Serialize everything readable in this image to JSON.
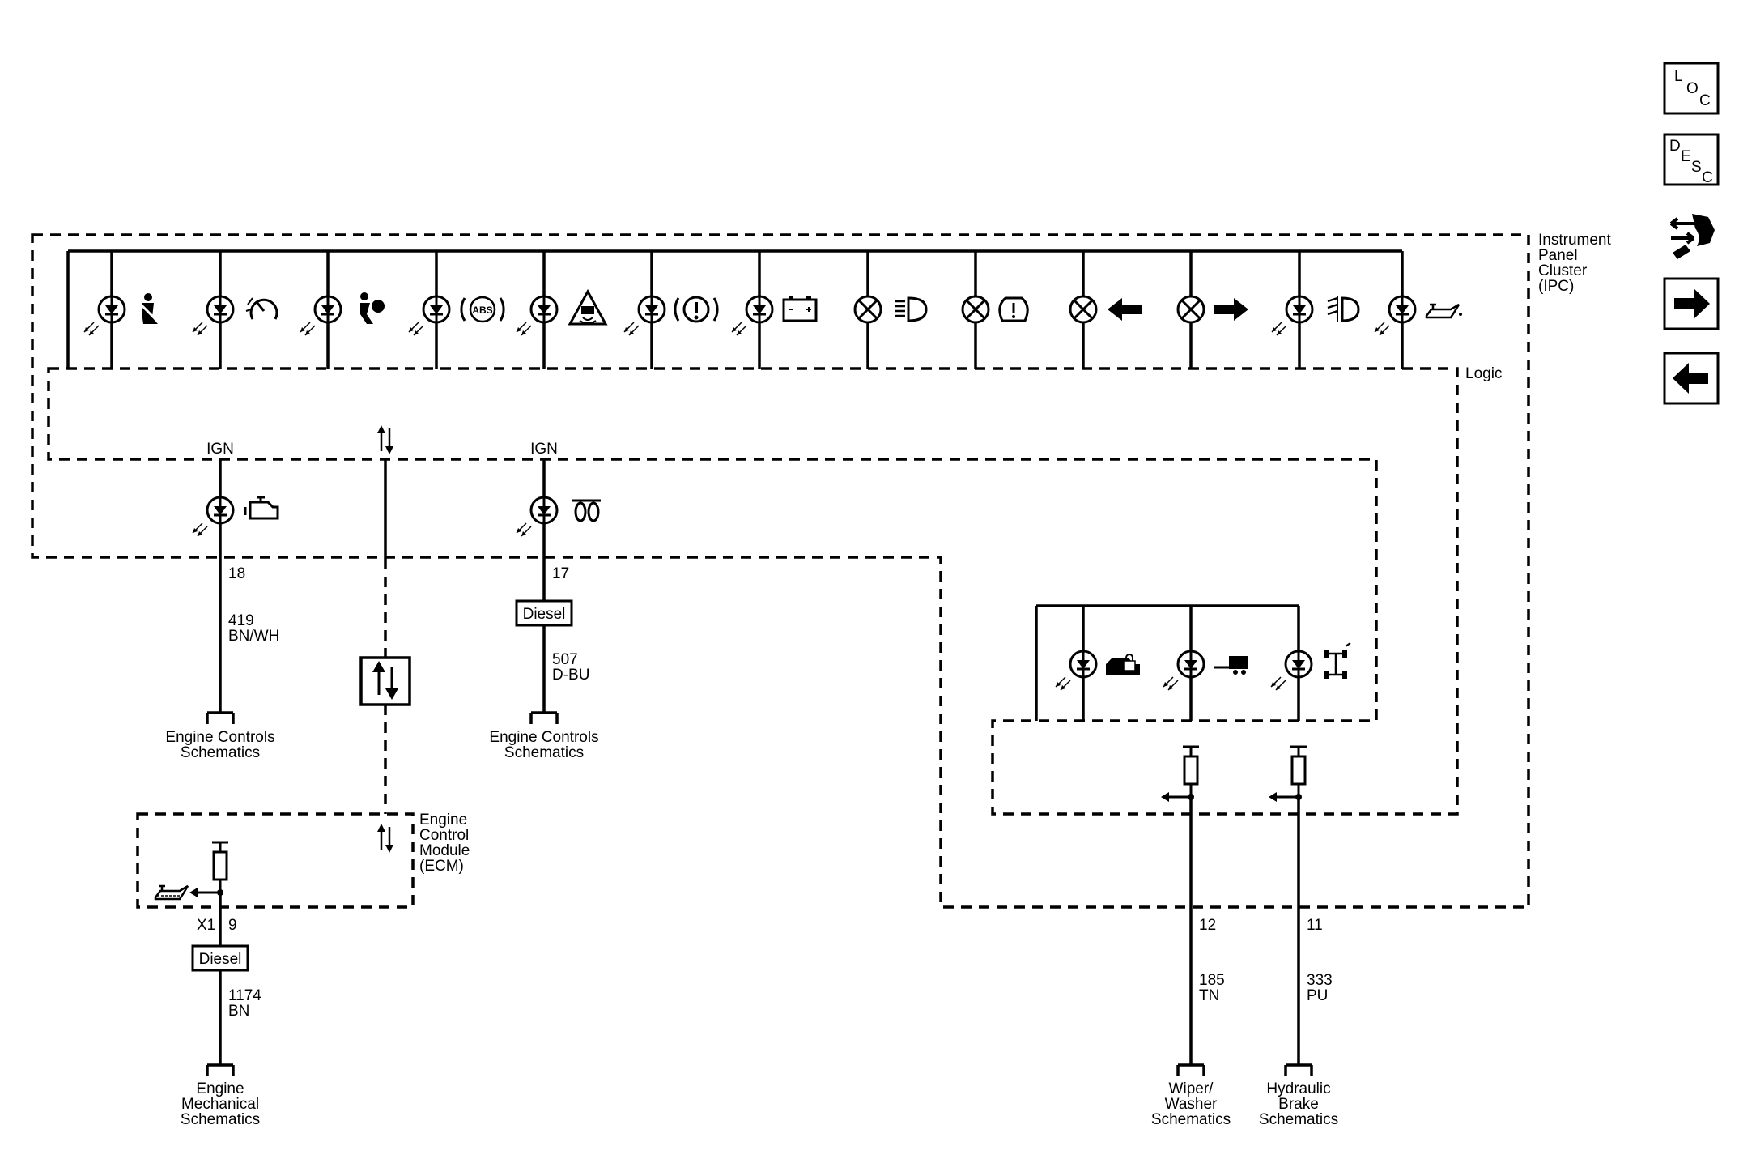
{
  "ipc_label": [
    "Instrument",
    "Panel",
    "Cluster",
    "(IPC)"
  ],
  "logic_label": "Logic",
  "ecm_label": [
    "Engine",
    "Control",
    "Module",
    "(ECM)"
  ],
  "ign_label": "IGN",
  "diesel_label": "Diesel",
  "x1_label": "X1",
  "indicator_icons": [
    "seatbelt-icon",
    "cruise-control-icon",
    "airbag-icon",
    "abs-icon",
    "traction-control-icon",
    "brake-warning-icon",
    "battery-icon",
    "high-beam-icon",
    "tire-pressure-icon",
    "turn-left-icon",
    "turn-right-icon",
    "fog-lamp-icon",
    "oil-pressure-icon"
  ],
  "circuits": {
    "mil": {
      "pin": "18",
      "wire_number": "419",
      "wire_color": "BN/WH",
      "destination": [
        "Engine Controls",
        "Schematics"
      ]
    },
    "glow": {
      "pin": "17",
      "wire_number": "507",
      "wire_color": "D-BU",
      "destination": [
        "Engine Controls",
        "Schematics"
      ]
    },
    "oil": {
      "pin": "9",
      "wire_number": "1174",
      "wire_color": "BN",
      "destination": [
        "Engine",
        "Mechanical",
        "Schematics"
      ]
    },
    "washer": {
      "pin": "12",
      "wire_number": "185",
      "wire_color": "TN",
      "destination": [
        "Wiper/",
        "Washer",
        "Schematics"
      ]
    },
    "brake": {
      "pin": "11",
      "wire_number": "333",
      "wire_color": "PU",
      "destination": [
        "Hydraulic",
        "Brake",
        "Schematics"
      ]
    }
  },
  "nav": {
    "loc": [
      "L",
      "O",
      "C"
    ],
    "desc": [
      "D",
      "E",
      "S",
      "C"
    ]
  }
}
